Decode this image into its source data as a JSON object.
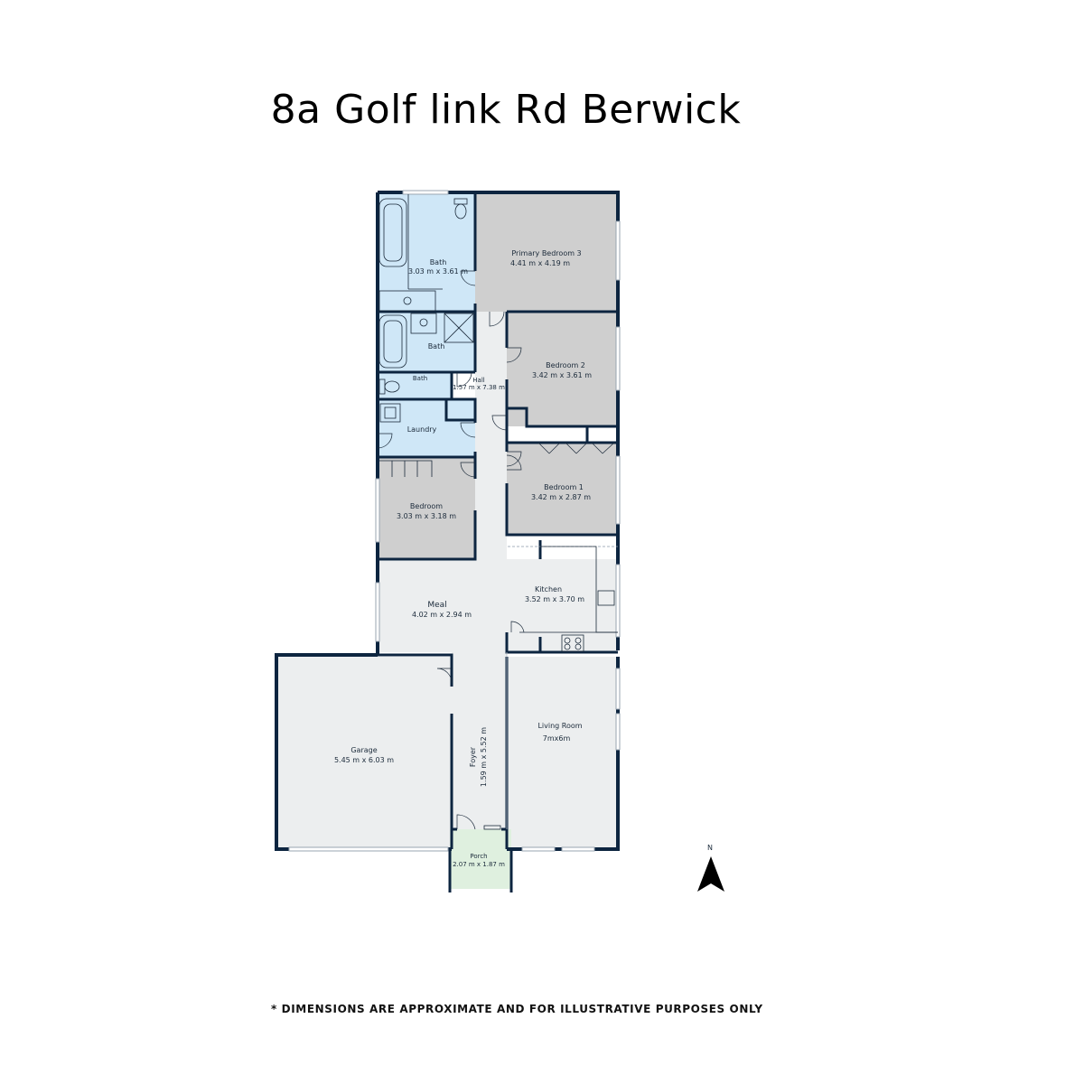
{
  "title": "8a Golf link Rd Berwick",
  "disclaimer": "* DIMENSIONS ARE APPROXIMATE AND FOR ILLUSTRATIVE PURPOSES ONLY",
  "compass": {
    "label": "N"
  },
  "rooms": {
    "bath_main": {
      "name": "Bath",
      "dims": "3.03 m x 3.61 m"
    },
    "primary_bedroom": {
      "name": "Primary Bedroom 3",
      "dims": "4.41 m x 4.19 m"
    },
    "bath_ensuite": {
      "name": "Bath"
    },
    "bath_wc": {
      "name": "Bath"
    },
    "hall": {
      "name": "Hall",
      "dims": "1.57 m x 7.38 m"
    },
    "bedroom_2": {
      "name": "Bedroom 2",
      "dims": "3.42 m x 3.61 m"
    },
    "laundry": {
      "name": "Laundry"
    },
    "bedroom": {
      "name": "Bedroom",
      "dims": "3.03 m x 3.18 m"
    },
    "bedroom_1": {
      "name": "Bedroom 1",
      "dims": "3.42 m x 2.87 m"
    },
    "kitchen": {
      "name": "Kitchen",
      "dims": "3.52 m x 3.70 m"
    },
    "meal": {
      "name": "Meal",
      "dims": "4.02 m x 2.94 m"
    },
    "garage": {
      "name": "Garage",
      "dims": "5.45 m x 6.03 m"
    },
    "foyer": {
      "name": "Foyer",
      "dims": "1.59 m x 5.52 m"
    },
    "living_room": {
      "name": "Living Room",
      "dims": "7mx6m"
    },
    "porch": {
      "name": "Porch",
      "dims": "2.07 m x 1.87 m"
    }
  },
  "colors": {
    "wall": "#0d2540",
    "wet_area": "#cfe7f7",
    "bedroom": "#cfcfcf",
    "living": "#eceeef",
    "porch": "#dff0df"
  }
}
